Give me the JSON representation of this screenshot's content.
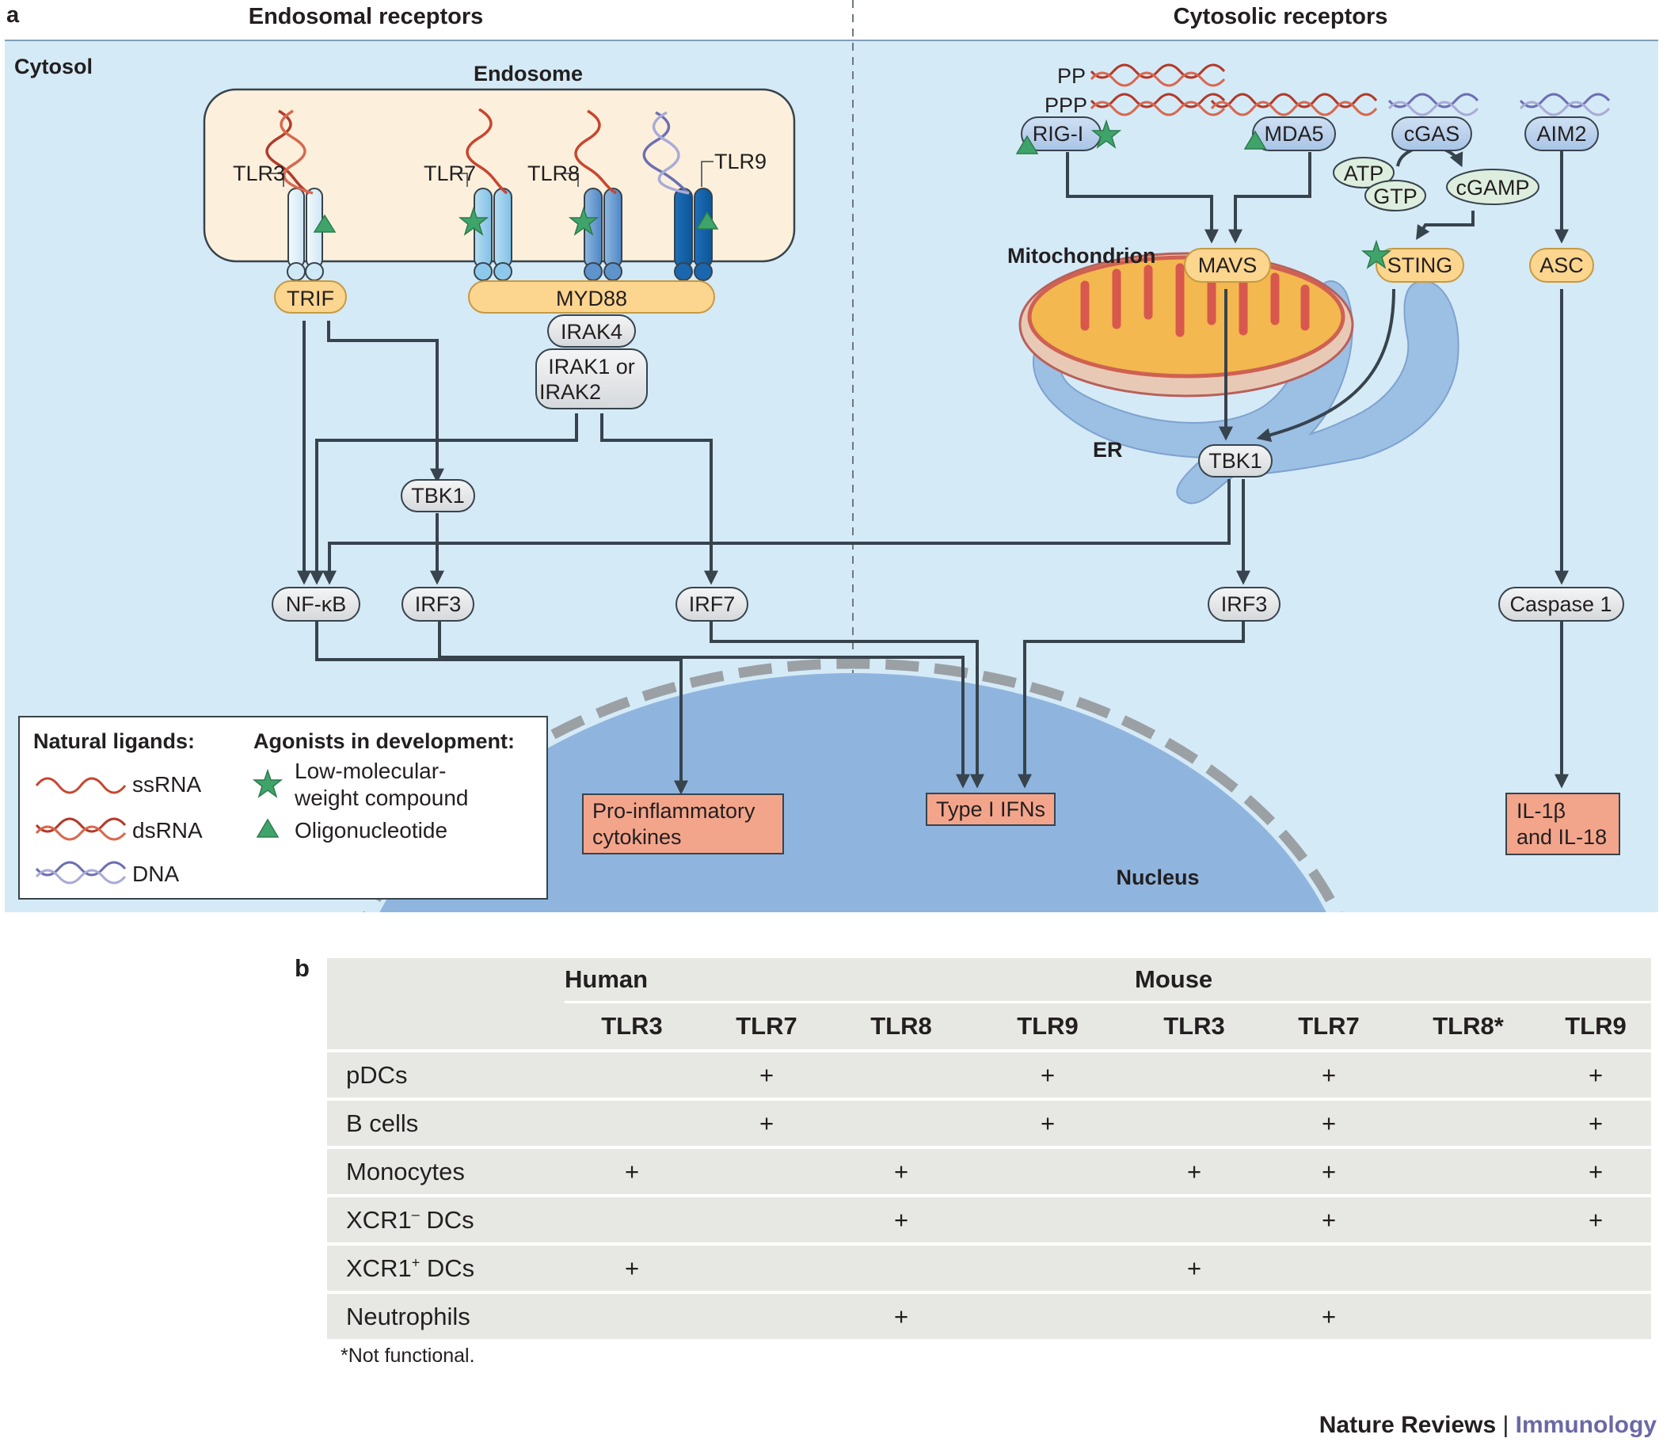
{
  "panel_a": {
    "label": "a",
    "header_left": "Endosomal receptors",
    "header_right": "Cytosolic receptors",
    "cytosol": "Cytosol",
    "endosome": "Endosome",
    "mitochondrion": "Mitochondrion",
    "er": "ER",
    "nucleus": "Nucleus",
    "receptors": {
      "tlr3": "TLR3",
      "tlr7": "TLR7",
      "tlr8": "TLR8",
      "tlr9": "TLR9"
    },
    "adaptors": {
      "trif": "TRIF",
      "myd88": "MYD88",
      "irak4": "IRAK4",
      "irak12_line1": "IRAK1 or",
      "irak12_line2": "IRAK2",
      "tbk1_left": "TBK1",
      "mavs": "MAVS",
      "sting": "STING",
      "asc": "ASC",
      "tbk1_right": "TBK1"
    },
    "sensors": {
      "pp": "PP",
      "ppp": "PPP",
      "rigi": "RIG-I",
      "mda5": "MDA5",
      "cgas": "cGAS",
      "aim2": "AIM2",
      "atp": "ATP",
      "gtp": "GTP",
      "cgamp": "cGAMP"
    },
    "tfs": {
      "nfkb": "NF-κB",
      "irf3_left": "IRF3",
      "irf7": "IRF7",
      "irf3_right": "IRF3",
      "caspase1": "Caspase 1"
    },
    "outputs": {
      "cyto_line1": "Pro-inflammatory",
      "cyto_line2": "cytokines",
      "ifn": "Type I IFNs",
      "il_line1": "IL-1β",
      "il_line2": "and IL-18"
    },
    "legend": {
      "natural_title": "Natural ligands:",
      "agonist_title": "Agonists in development:",
      "ssrna": "ssRNA",
      "dsrna": "dsRNA",
      "dna": "DNA",
      "lmw_line1": "Low-molecular-",
      "lmw_line2": "weight compound",
      "oligo": "Oligonucleotide"
    },
    "colors": {
      "cytosol_bg": "#d5eaf7",
      "endosome_bg": "#fcf0dc",
      "adaptor_fill": "#fcd58f",
      "output_fill": "#f3a58b",
      "nucleus_fill": "#8fb5df",
      "er_fill": "#9cbfe4",
      "ssrna": "#c8452f",
      "dna": "#6d6fb3",
      "agonist_green": "#3fa46a"
    }
  },
  "panel_b": {
    "label": "b",
    "group_human": "Human",
    "group_mouse": "Mouse",
    "columns": [
      "TLR3",
      "TLR7",
      "TLR8",
      "TLR9",
      "TLR3",
      "TLR7",
      "TLR8*",
      "TLR9"
    ],
    "rows": [
      {
        "cell": "pDCs",
        "sup": "",
        "cell_tail": "",
        "values": [
          "",
          "+",
          "",
          "+",
          "",
          "+",
          "",
          "+"
        ]
      },
      {
        "cell": "B cells",
        "sup": "",
        "cell_tail": "",
        "values": [
          "",
          "+",
          "",
          "+",
          "",
          "+",
          "",
          "+"
        ]
      },
      {
        "cell": "Monocytes",
        "sup": "",
        "cell_tail": "",
        "values": [
          "+",
          "",
          "+",
          "",
          "+",
          "+",
          "",
          "+"
        ]
      },
      {
        "cell": "XCR1",
        "sup": "–",
        "cell_tail": " DCs",
        "values": [
          "",
          "",
          "+",
          "",
          "",
          "+",
          "",
          "+"
        ]
      },
      {
        "cell": "XCR1",
        "sup": "+",
        "cell_tail": " DCs",
        "values": [
          "+",
          "",
          "",
          "",
          "+",
          "",
          "",
          ""
        ]
      },
      {
        "cell": "Neutrophils",
        "sup": "",
        "cell_tail": "",
        "values": [
          "",
          "",
          "+",
          "",
          "",
          "+",
          "",
          ""
        ]
      }
    ],
    "footnote": "*Not functional."
  },
  "credit": {
    "publisher": "Nature Reviews",
    "separator": " | ",
    "journal": "Immunology"
  }
}
